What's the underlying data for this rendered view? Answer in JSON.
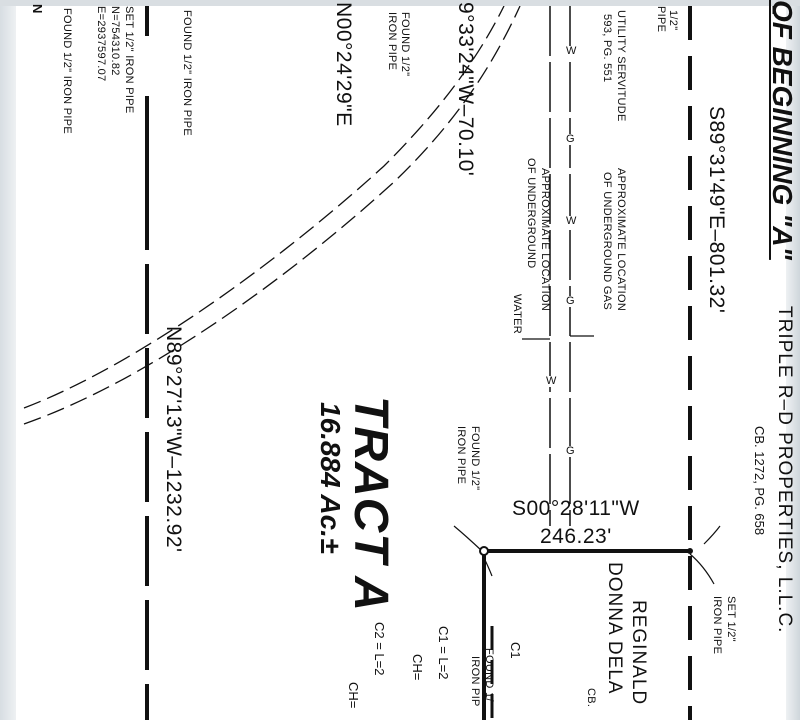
{
  "plat": {
    "point_of_beginning": "OF BEGINNING \"A\"",
    "bearings": {
      "north_line": "S89°31'49\"E–801.32'",
      "south_line": "N89°27'13\"W–1232.92'",
      "top_fragment": "N00°24'29\"E",
      "diagonal": "9°33'24\"W–70.10'",
      "east_line_bearing": "S00°28'11\"W",
      "east_line_distance": "246.23'"
    },
    "tract": {
      "name": "TRACT A",
      "area": "16.884 Ac.±"
    },
    "adjoiners": {
      "triple_rd": "TRIPLE R–D PROPERTIES, L.L.C.",
      "triple_rd_ref": "CB. 1272, PG. 658",
      "reginald": "REGINALD",
      "donna": "DONNA DELA",
      "reginald_ref": "CB."
    },
    "monuments": {
      "set_iron_pipe_left": "SET 1/2\" IRON PIPE",
      "coord_n": "N=754310.82",
      "coord_e": "E=2937597.07",
      "found_iron_pipe_far_left": "FOUND 1/2\" IRON PIPE",
      "found_iron_pipe_left_col": "FOUND 1/2\" IRON PIPE",
      "found_iron_pipe_top_a": "FOUND 1/2\"",
      "found_iron_pipe_top_b": "IRON PIPE",
      "found_iron_pipe_mid_a": "FOUND 1/2\"",
      "found_iron_pipe_mid_b": "IRON PIPE",
      "set_iron_pipe_right_a": "SET 1/2\"",
      "set_iron_pipe_right_b": "IRON PIPE",
      "found_iron_pipe_bottom_a": "FOUND 1/",
      "found_iron_pipe_bottom_b": "IRON PIP",
      "top_right_fragment_a": "1/2\"",
      "top_right_fragment_b": "PIPE",
      "top_left_letter": "N"
    },
    "utilities": {
      "servitude_a": "UTILITY SERVITUDE",
      "servitude_b": "593, PG. 551",
      "gas_a": "APPROXIMATE LOCATION",
      "gas_b": "OF UNDERGROUND GAS",
      "water_a": "APPROXIMATE LOCATION",
      "water_b": "OF UNDERGROUND",
      "water_c": "WATER",
      "gas_marker": "G",
      "water_marker": "W"
    },
    "curves": {
      "c1_label": "C1",
      "c1": "C1 = L=2",
      "c1_ch": "CH=",
      "c2": "C2 = L=2",
      "c2_ch": "CH="
    }
  }
}
